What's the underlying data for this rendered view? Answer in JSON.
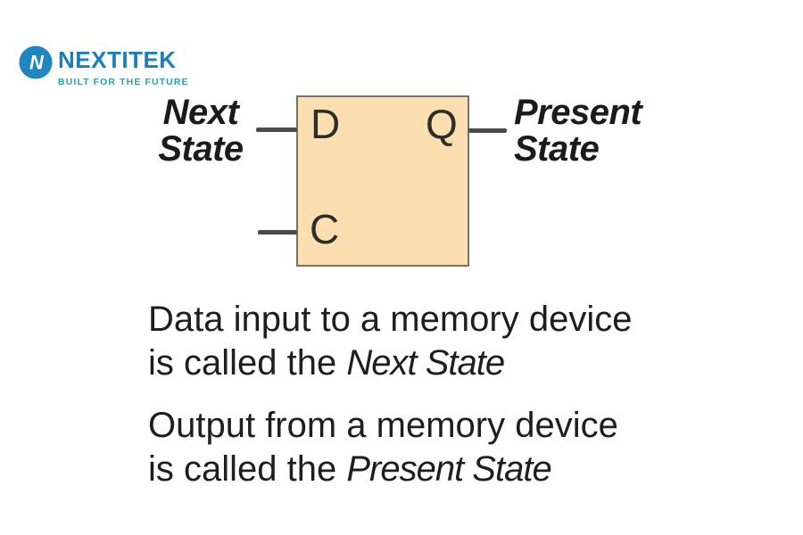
{
  "brand": {
    "name": "NEXTITEK",
    "tagline": "BUILT FOR THE FUTURE",
    "logo_letter": "N",
    "colors": {
      "name_blue": "#1B7FBC",
      "tagline_teal": "#2FA0AA",
      "logo_circle_blue": "#1F86C2"
    }
  },
  "diagram": {
    "box_fill": "#FBDFB0",
    "wire_color": "#4B4B4B",
    "ports": [
      {
        "id": "d",
        "label": "D"
      },
      {
        "id": "q",
        "label": "Q"
      },
      {
        "id": "c",
        "label": "C"
      }
    ],
    "input_label": {
      "line1": "Next",
      "line2": "State"
    },
    "output_label": {
      "line1": "Present",
      "line2": "State"
    }
  },
  "captions": [
    {
      "line1": "Data input to a memory device",
      "line2_prefix": "is called the ",
      "line2_italic": "Next State"
    },
    {
      "line1": "Output from a memory device",
      "line2_prefix": "is called the ",
      "line2_italic": "Present State"
    }
  ]
}
